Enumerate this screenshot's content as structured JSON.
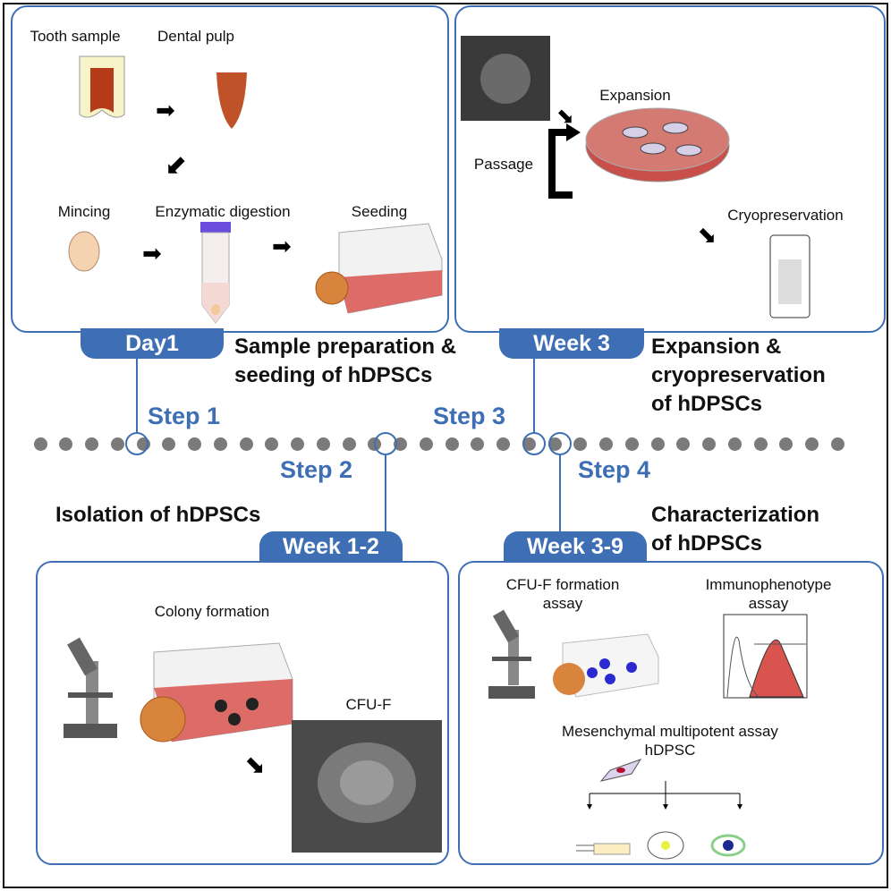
{
  "panels": {
    "sample_prep": {
      "tab": "Day1",
      "title_line1": "Sample preparation &",
      "title_line2": "seeding of hDPSCs",
      "step": "Step 1",
      "labels": {
        "tooth": "Tooth sample",
        "pulp": "Dental pulp",
        "mincing": "Mincing",
        "digestion": "Enzymatic digestion",
        "seeding": "Seeding"
      }
    },
    "expansion": {
      "tab": "Week 3",
      "title_line1": "Expansion &",
      "title_line2": "cryopreservation",
      "title_line3": "of hDPSCs",
      "step": "Step 3",
      "labels": {
        "expansion": "Expansion",
        "passage": "Passage",
        "cryo": "Cryopreservation"
      }
    },
    "isolation": {
      "tab": "Week 1-2",
      "title": "Isolation of hDPSCs",
      "step": "Step 2",
      "labels": {
        "colony": "Colony formation",
        "cfuf": "CFU-F"
      }
    },
    "characterization": {
      "tab": "Week 3-9",
      "title_line1": "Characterization",
      "title_line2": "of hDPSCs",
      "step": "Step 4",
      "labels": {
        "cfu_line1": "CFU-F formation",
        "cfu_line2": "assay",
        "immuno_line1": "Immunophenotype",
        "immuno_line2": "assay",
        "meso": "Mesenchymal multipotent assay",
        "hdpsc": "hDPSC"
      }
    }
  },
  "colors": {
    "accent": "#3e6fb5",
    "dot": "#7a7a7a",
    "medium": "#d9534f"
  }
}
